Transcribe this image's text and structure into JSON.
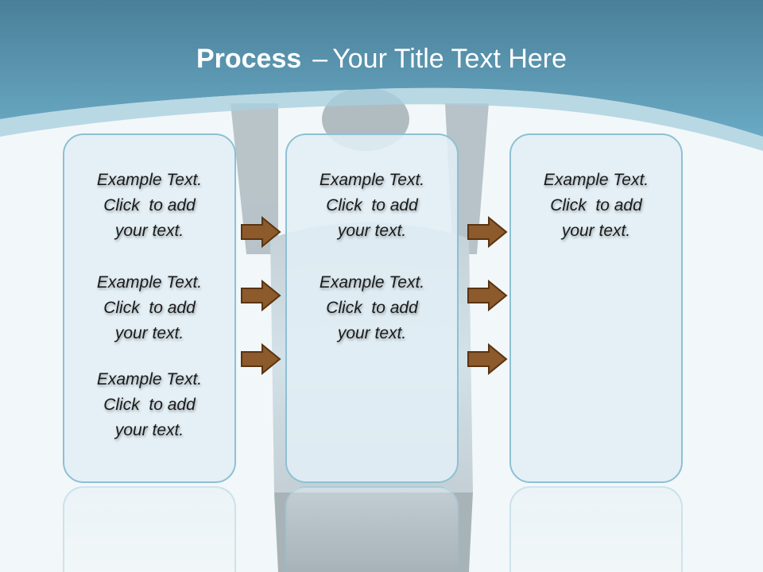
{
  "title": {
    "bold": "Process",
    "separator": "–",
    "rest": "Your Title Text Here"
  },
  "columns": [
    {
      "groups": [
        {
          "line1": "Example Text.",
          "line2": "Click  to add",
          "line3": "your text."
        },
        {
          "line1": "Example Text.",
          "line2": "Click  to add",
          "line3": "your text."
        },
        {
          "line1": "Example Text.",
          "line2": "Click  to add",
          "line3": "your text."
        }
      ]
    },
    {
      "groups": [
        {
          "line1": "Example Text.",
          "line2": "Click  to add",
          "line3": "your text."
        },
        {
          "line1": "Example Text.",
          "line2": "Click  to add",
          "line3": "your text."
        }
      ]
    },
    {
      "groups": [
        {
          "line1": "Example Text.",
          "line2": "Click  to add",
          "line3": "your text."
        }
      ]
    }
  ],
  "colors": {
    "header": "#4e8aa5",
    "box_border": "#8ec0d4",
    "arrow_fill": "#8c5a2b",
    "arrow_stroke": "#5a3412"
  }
}
